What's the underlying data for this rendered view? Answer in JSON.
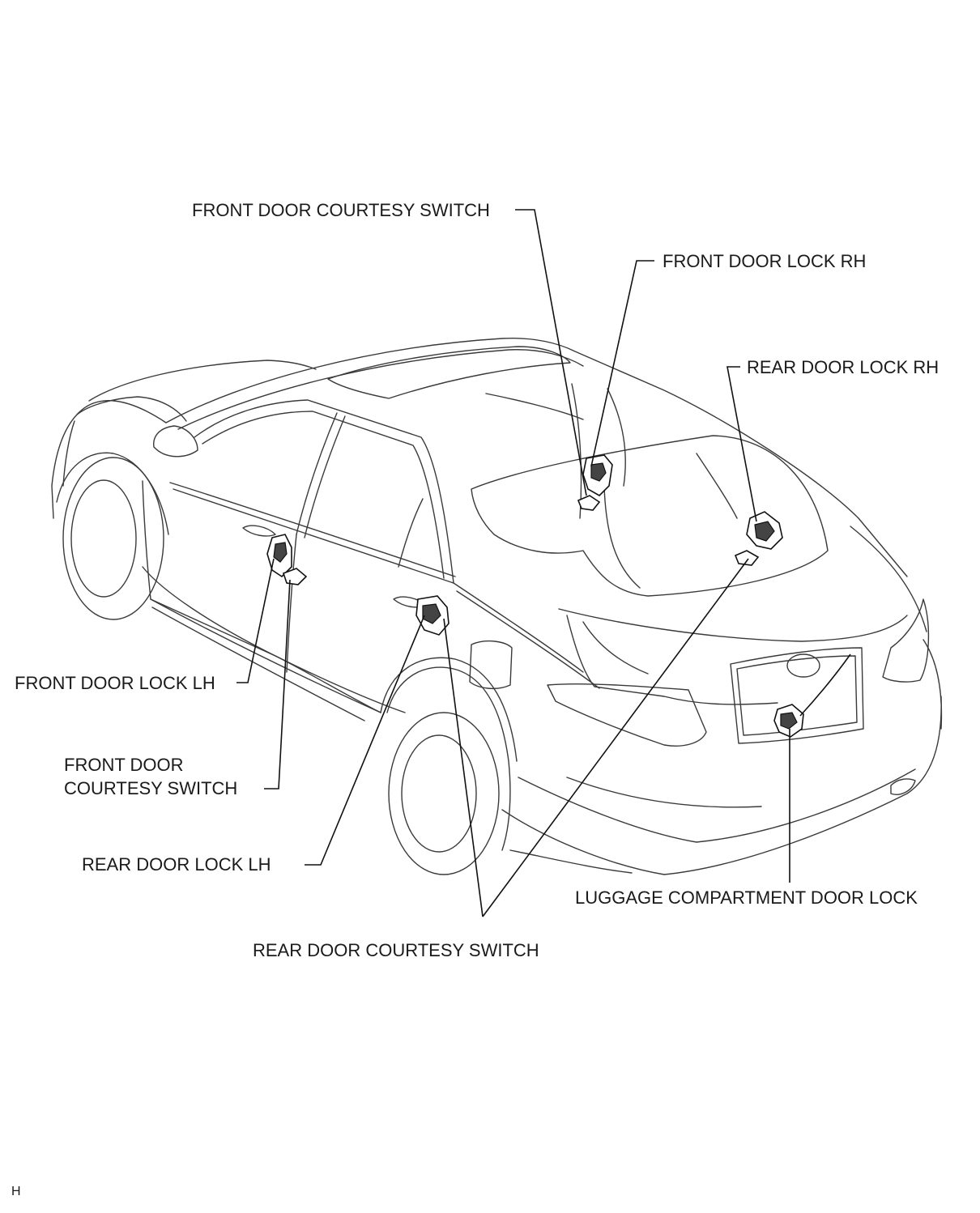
{
  "labels": {
    "front_door_courtesy_switch_top": "FRONT DOOR COURTESY SWITCH",
    "front_door_lock_rh": "FRONT DOOR LOCK  RH",
    "rear_door_lock_rh": "REAR DOOR LOCK  RH",
    "front_door_lock_lh": "FRONT DOOR LOCK LH",
    "front_door_courtesy_switch_left_line1": "FRONT DOOR",
    "front_door_courtesy_switch_left_line2": "COURTESY SWITCH",
    "rear_door_lock_lh": "REAR DOOR LOCK  LH",
    "luggage_compartment_door_lock": "LUGGAGE COMPARTMENT DOOR LOCK",
    "rear_door_courtesy_switch": "REAR DOOR COURTESY SWITCH"
  },
  "corner_mark": "H"
}
